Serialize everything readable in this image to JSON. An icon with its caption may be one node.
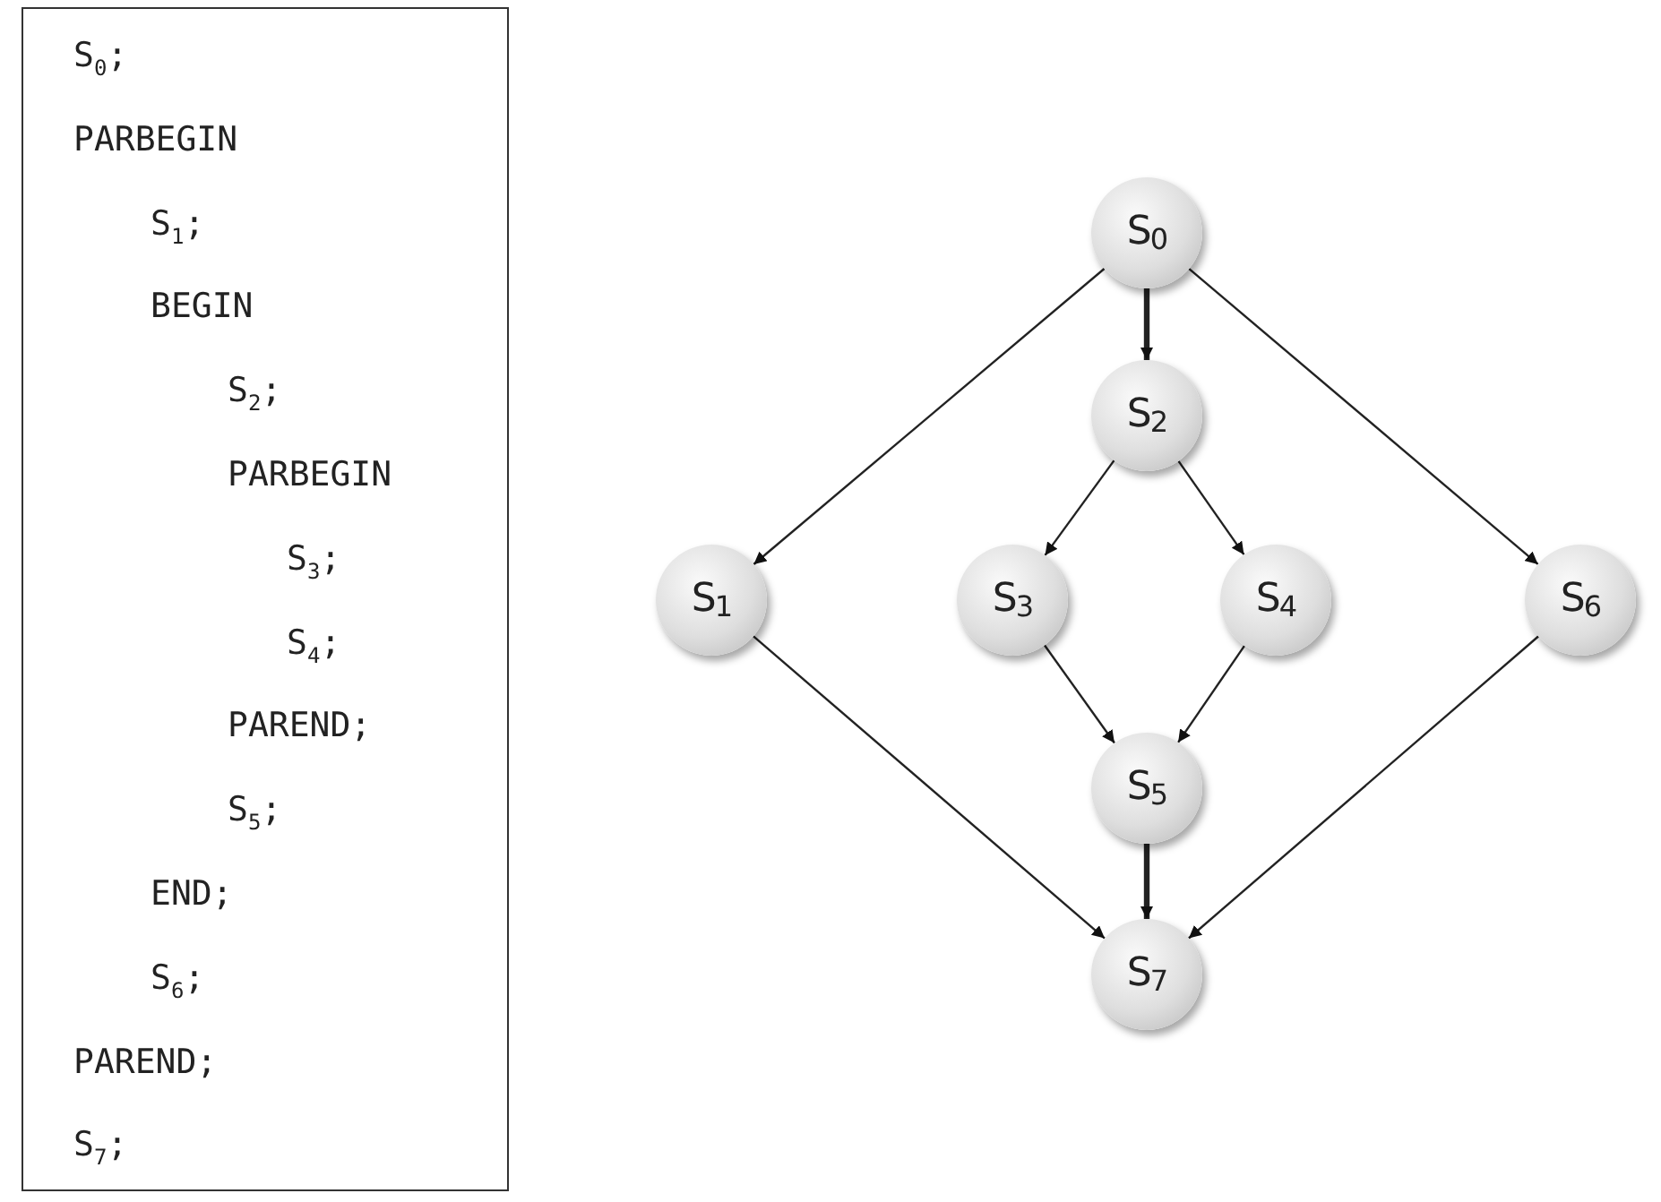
{
  "diagram": {
    "nodes": [
      {
        "text": [
          "S$_{0}$;",
          "PARBEGIN",
          "S$_{1}$;",
          "BEGIN",
          "S$_{2}$;",
          "PARBEGIN",
          "S$_{3}$;",
          "S$_{4}$;",
          "PAREND;",
          "S$_{5}$;",
          "END;",
          "S$_{6}$;",
          "PAREND;",
          "S$_{7}$;"
        ]
      },
      {
        "text": [
          "S$_{0}$"
        ]
      },
      {
        "text": [
          "S$_{2}$"
        ]
      },
      {
        "text": [
          "S$_{1}$"
        ]
      },
      {
        "text": [
          "S$_{3}$"
        ]
      },
      {
        "text": [
          "S$_{4}$"
        ]
      },
      {
        "text": [
          "S$_{6}$"
        ]
      },
      {
        "text": [
          "S$_{5}$"
        ]
      },
      {
        "text": [
          "S$_{7}$"
        ]
      }
    ],
    "edges": [
      {
        "from": 1,
        "to": 3,
        "arrow": "to"
      },
      {
        "from": 1,
        "to": 2,
        "arrow": "to",
        "style": "thick"
      },
      {
        "from": 1,
        "to": 6,
        "arrow": "to"
      },
      {
        "from": 2,
        "to": 4,
        "arrow": "to"
      },
      {
        "from": 2,
        "to": 5,
        "arrow": "to"
      },
      {
        "from": 3,
        "to": 8,
        "arrow": "to"
      },
      {
        "from": 4,
        "to": 7,
        "arrow": "to"
      },
      {
        "from": 5,
        "to": 7,
        "arrow": "to"
      },
      {
        "from": 7,
        "to": 8,
        "arrow": "to",
        "style": "thick"
      },
      {
        "from": 6,
        "to": 8,
        "arrow": "to"
      }
    ]
  }
}
